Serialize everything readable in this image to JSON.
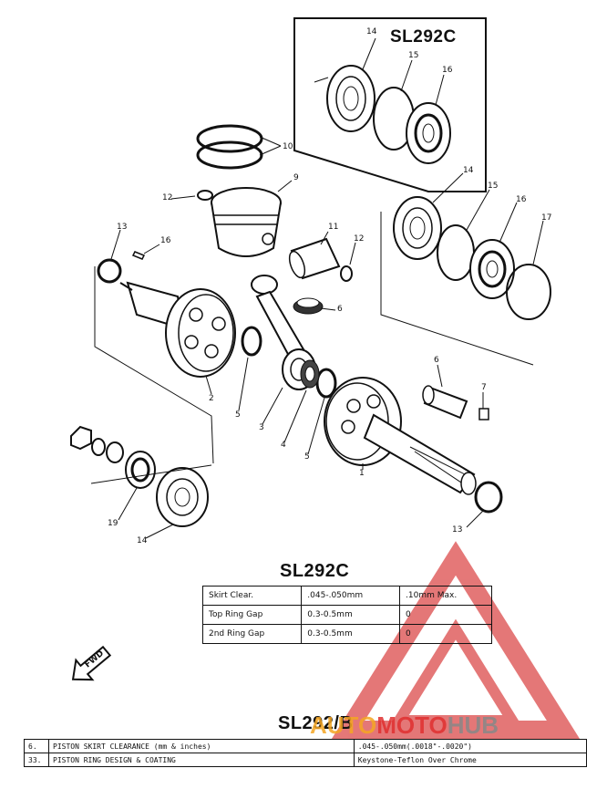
{
  "inset_box": {
    "title": "SL292C",
    "labels": [
      "14",
      "15",
      "16"
    ]
  },
  "callouts": {
    "c1": "1",
    "c2": "2",
    "c3": "3",
    "c4": "4",
    "c5a": "5",
    "c5b": "5",
    "c6a": "6",
    "c6b": "6",
    "c7": "7",
    "c9": "9",
    "c10": "10",
    "c11": "11",
    "c12a": "12",
    "c12b": "12",
    "c13a": "13",
    "c13b": "13",
    "c14a": "14",
    "c14b": "14",
    "c15": "15",
    "c16a": "16",
    "c16b": "16",
    "c17": "17",
    "c19": "19"
  },
  "spec_table": {
    "title": "SL292C",
    "rows": [
      {
        "label": "Skirt Clear.",
        "metric": ".045-.050mm",
        "limit": ".10mm Max."
      },
      {
        "label": "Top Ring Gap",
        "metric": "0.3-0.5mm",
        "limit": "0"
      },
      {
        "label": "2nd Ring Gap",
        "metric": "0.3-0.5mm",
        "limit": "0"
      }
    ]
  },
  "fwd_label": "FWD",
  "bottom_section": {
    "title": "SL292/B",
    "rows": [
      {
        "num": "6.",
        "label": "PISTON SKIRT CLEARANCE (mm & inches)",
        "value": ".045-.050mm(.0018\"-.0020\")"
      },
      {
        "num": "33.",
        "label": "PISTON RING DESIGN & COATING",
        "value": "Keystone-Teflon Over Chrome"
      }
    ]
  },
  "watermark": {
    "part1": "AUTO",
    "part2": "MOTO",
    "part3": "HUB",
    "color_red": "#e03030",
    "color_orange": "#f5a623",
    "color_gray": "#888888"
  }
}
